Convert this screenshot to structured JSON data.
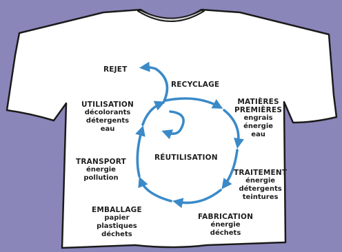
{
  "colors": {
    "background": "#8a86ba",
    "shirt": "#ffffff",
    "outline": "#1a1a1a",
    "collar": "#d8d8d8",
    "arrow": "#3a8ac8",
    "text": "#1e1e1e"
  },
  "stages": {
    "rejet": {
      "title": "REJET",
      "items": []
    },
    "recyclage": {
      "title": "RECYCLAGE",
      "items": []
    },
    "matieres": {
      "title_1": "MATIÈRES",
      "title_2": "PREMIÈRES",
      "items": [
        "engrais",
        "énergie",
        "eau"
      ]
    },
    "traitement": {
      "title": "TRAITEMENT",
      "items": [
        "énergie",
        "détergents",
        "teintures"
      ]
    },
    "fabrication": {
      "title": "FABRICATION",
      "items": [
        "énergie",
        "déchets"
      ]
    },
    "emballage": {
      "title": "EMBALLAGE",
      "items": [
        "papier",
        "plastiques",
        "déchets"
      ]
    },
    "transport": {
      "title": "TRANSPORT",
      "items": [
        "énergie",
        "pollution"
      ]
    },
    "utilisation": {
      "title": "UTILISATION",
      "items": [
        "décolorants",
        "détergents",
        "eau"
      ]
    },
    "reutilisation": {
      "title": "RÉUTILISATION",
      "items": []
    }
  }
}
